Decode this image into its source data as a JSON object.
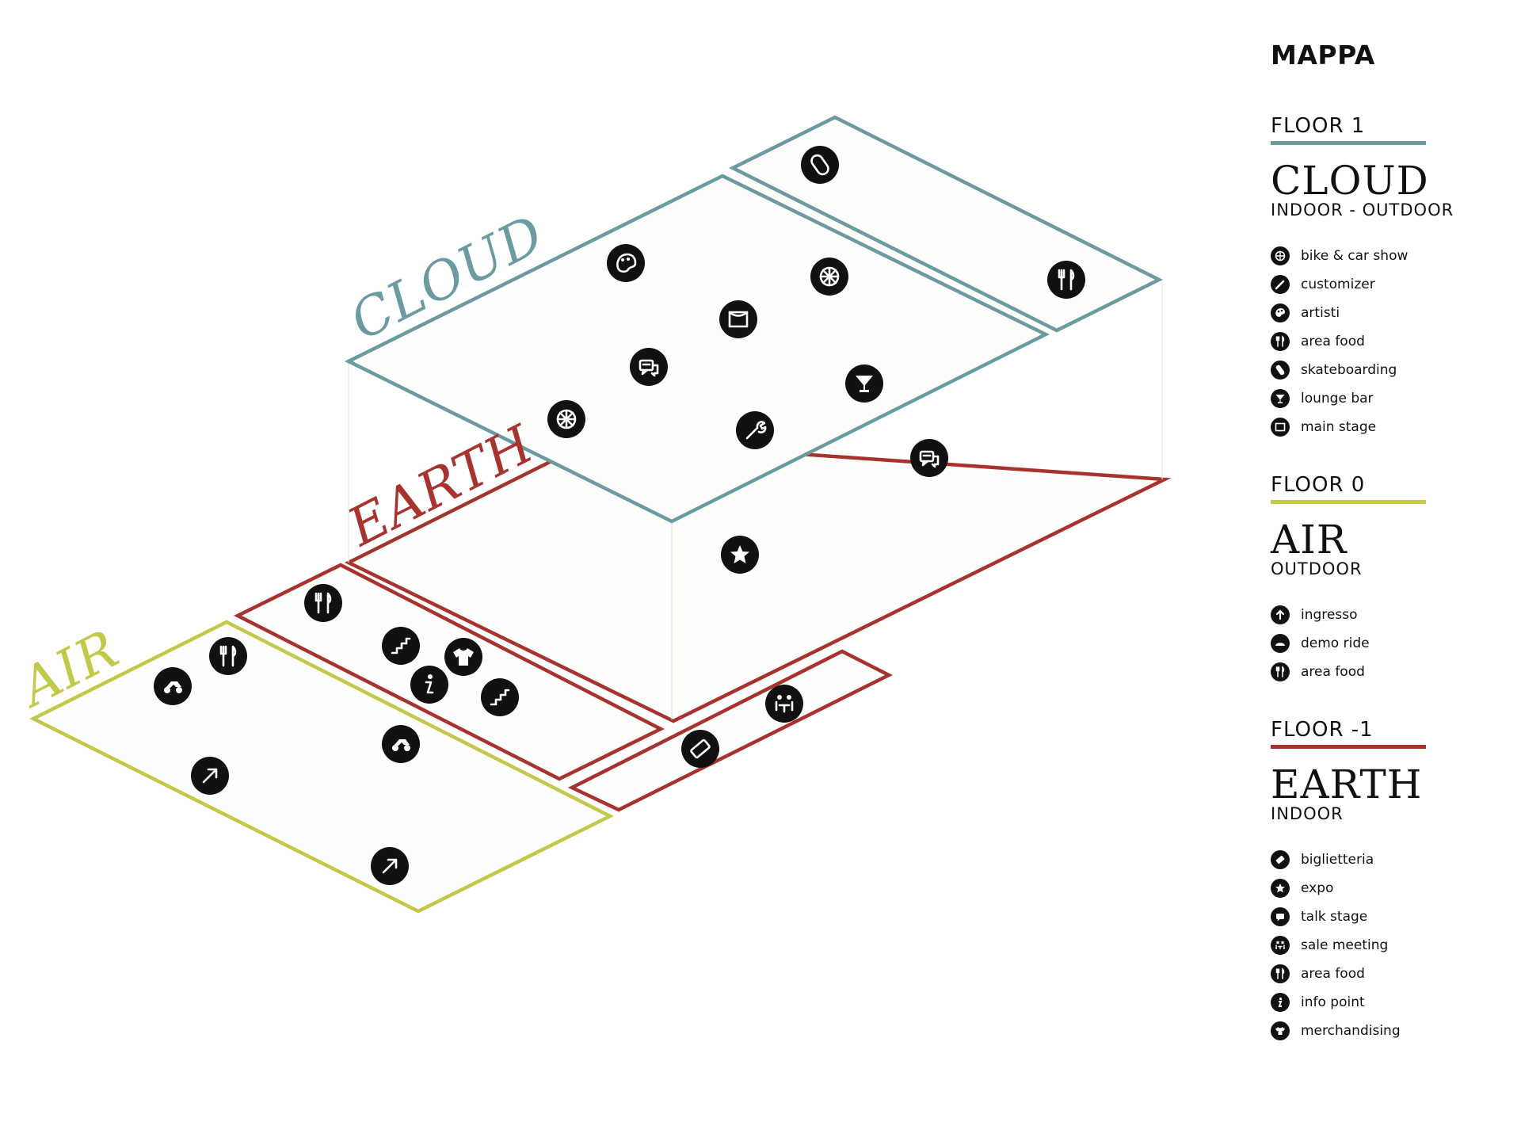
{
  "colors": {
    "cloud": "#6b9aa0",
    "earth": "#a8322e",
    "air": "#c2c94a",
    "marker": "#111111"
  },
  "map": {
    "zone_labels": {
      "cloud": "CLOUD",
      "earth": "EARTH",
      "air": "AIR"
    }
  },
  "legend": {
    "title": "MAPPA",
    "floors": [
      {
        "label": "FLOOR 1",
        "name": "CLOUD",
        "subtitle": "INDOOR - OUTDOOR",
        "color": "#6b9aa0",
        "items": [
          {
            "icon": "wheel-icon",
            "label": "bike & car show"
          },
          {
            "icon": "pencil-icon",
            "label": "customizer"
          },
          {
            "icon": "palette-icon",
            "label": "artisti"
          },
          {
            "icon": "fork-knife-icon",
            "label": "area food"
          },
          {
            "icon": "skateboard-icon",
            "label": "skateboarding"
          },
          {
            "icon": "cocktail-icon",
            "label": "lounge bar"
          },
          {
            "icon": "stage-icon",
            "label": "main stage"
          }
        ]
      },
      {
        "label": "FLOOR 0",
        "name": "AIR",
        "subtitle": "OUTDOOR",
        "color": "#c2c94a",
        "items": [
          {
            "icon": "arrow-icon",
            "label": "ingresso"
          },
          {
            "icon": "motorbike-icon",
            "label": "demo ride"
          },
          {
            "icon": "fork-knife-icon",
            "label": "area food"
          }
        ]
      },
      {
        "label": "FLOOR -1",
        "name": "EARTH",
        "subtitle": "INDOOR",
        "color": "#a8322e",
        "items": [
          {
            "icon": "ticket-icon",
            "label": "biglietteria"
          },
          {
            "icon": "star-icon",
            "label": "expo"
          },
          {
            "icon": "chat-icon",
            "label": "talk stage"
          },
          {
            "icon": "meeting-icon",
            "label": "sale meeting"
          },
          {
            "icon": "fork-knife-icon",
            "label": "area food"
          },
          {
            "icon": "info-icon",
            "label": "info point"
          },
          {
            "icon": "shirt-icon",
            "label": "merchandising"
          }
        ]
      }
    ]
  }
}
